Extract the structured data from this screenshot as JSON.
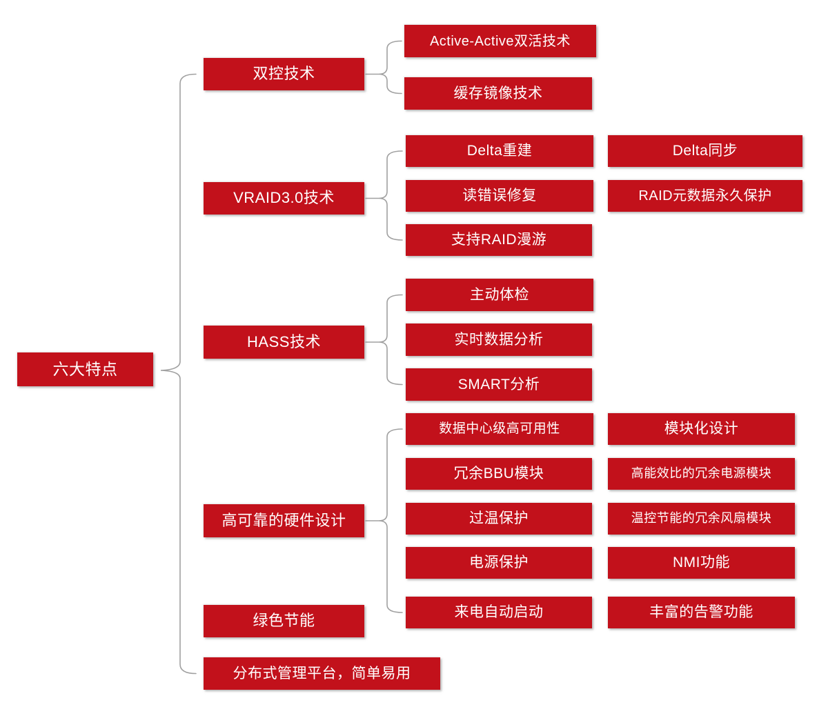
{
  "diagram": {
    "title_hint": "storage product six key features mind map",
    "root": {
      "label": "六大特点"
    },
    "branches": [
      {
        "label": "双控技术",
        "children": [
          {
            "label": "Active-Active双活技术"
          },
          {
            "label": "缓存镜像技术"
          }
        ]
      },
      {
        "label": "VRAID3.0技术",
        "children": [
          {
            "label": "Delta重建",
            "extension": "Delta同步"
          },
          {
            "label": "读错误修复",
            "extension": "RAID元数据永久保护"
          },
          {
            "label": "支持RAID漫游"
          }
        ]
      },
      {
        "label": "HASS技术",
        "children": [
          {
            "label": "主动体检"
          },
          {
            "label": "实时数据分析"
          },
          {
            "label": "SMART分析"
          }
        ]
      },
      {
        "label": "高可靠的硬件设计",
        "children": [
          {
            "label": "数据中心级高可用性",
            "extension": "模块化设计"
          },
          {
            "label": "冗余BBU模块",
            "extension": "高能效比的冗余电源模块"
          },
          {
            "label": "过温保护",
            "extension": "温控节能的冗余风扇模块"
          },
          {
            "label": "电源保护",
            "extension": "NMI功能"
          },
          {
            "label": "来电自动启动",
            "extension": "丰富的告警功能"
          }
        ]
      },
      {
        "label": "绿色节能",
        "children": []
      },
      {
        "label": "分布式管理平台，简单易用",
        "children": []
      }
    ]
  },
  "colors": {
    "box": "#c2111b",
    "text": "#ffffff",
    "connector": "#a0a0a0",
    "background": "#ffffff"
  }
}
